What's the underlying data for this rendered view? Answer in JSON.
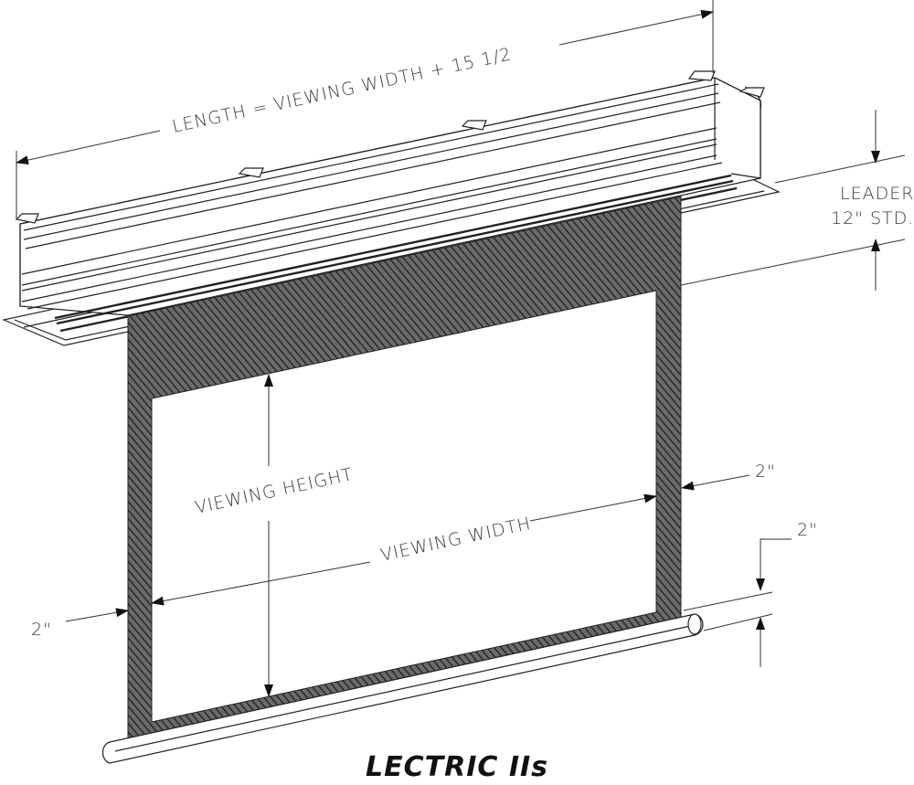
{
  "labels": {
    "length": "LENGTH = VIEWING WIDTH + 15 1/2",
    "leader_line1": "LEADER",
    "leader_line2": "12\" STD.",
    "viewing_height": "VIEWING HEIGHT",
    "viewing_width": "VIEWING WIDTH",
    "border_right": "2\"",
    "border_left": "2\"",
    "border_bottom": "2\""
  },
  "caption": "LECTRIC IIs",
  "colors": {
    "line": "#222222",
    "hatch": "#444444"
  }
}
